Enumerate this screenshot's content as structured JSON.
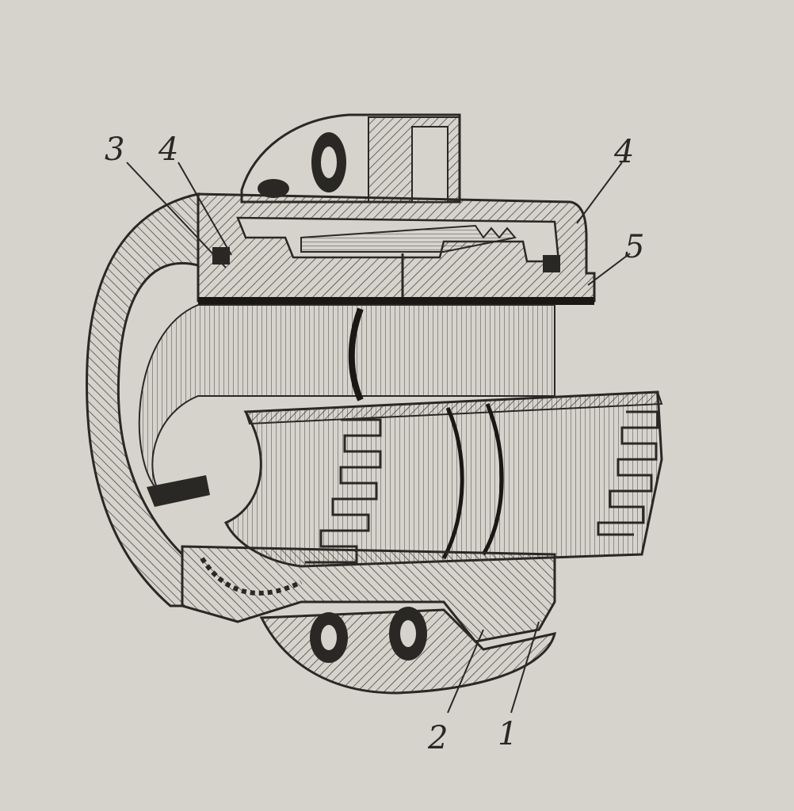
{
  "figure": {
    "callouts": [
      "3",
      "4",
      "4",
      "5",
      "2",
      "1"
    ]
  },
  "colors": {
    "paper": "#d6d3cc",
    "ink": "#2a2824",
    "hatch": "#3b3833"
  }
}
